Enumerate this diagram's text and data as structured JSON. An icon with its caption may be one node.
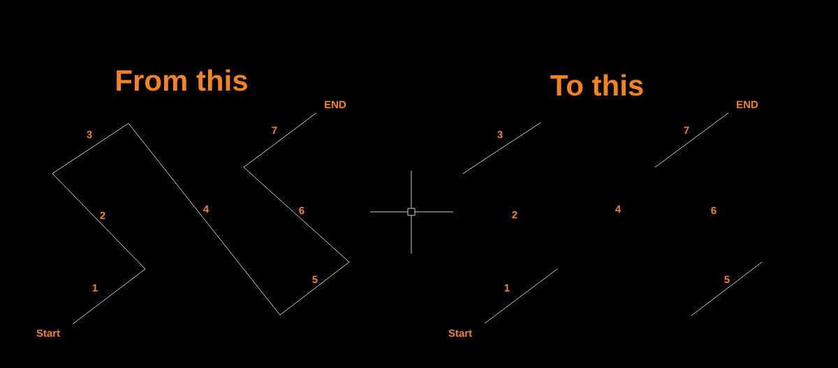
{
  "diagram": {
    "labels": [
      "From this",
      "To this",
      "Start",
      "1",
      "2",
      "3",
      "4",
      "5",
      "6",
      "7",
      "END",
      "Start",
      "1",
      "2",
      "3",
      "4",
      "5",
      "6",
      "7",
      "END"
    ]
  }
}
